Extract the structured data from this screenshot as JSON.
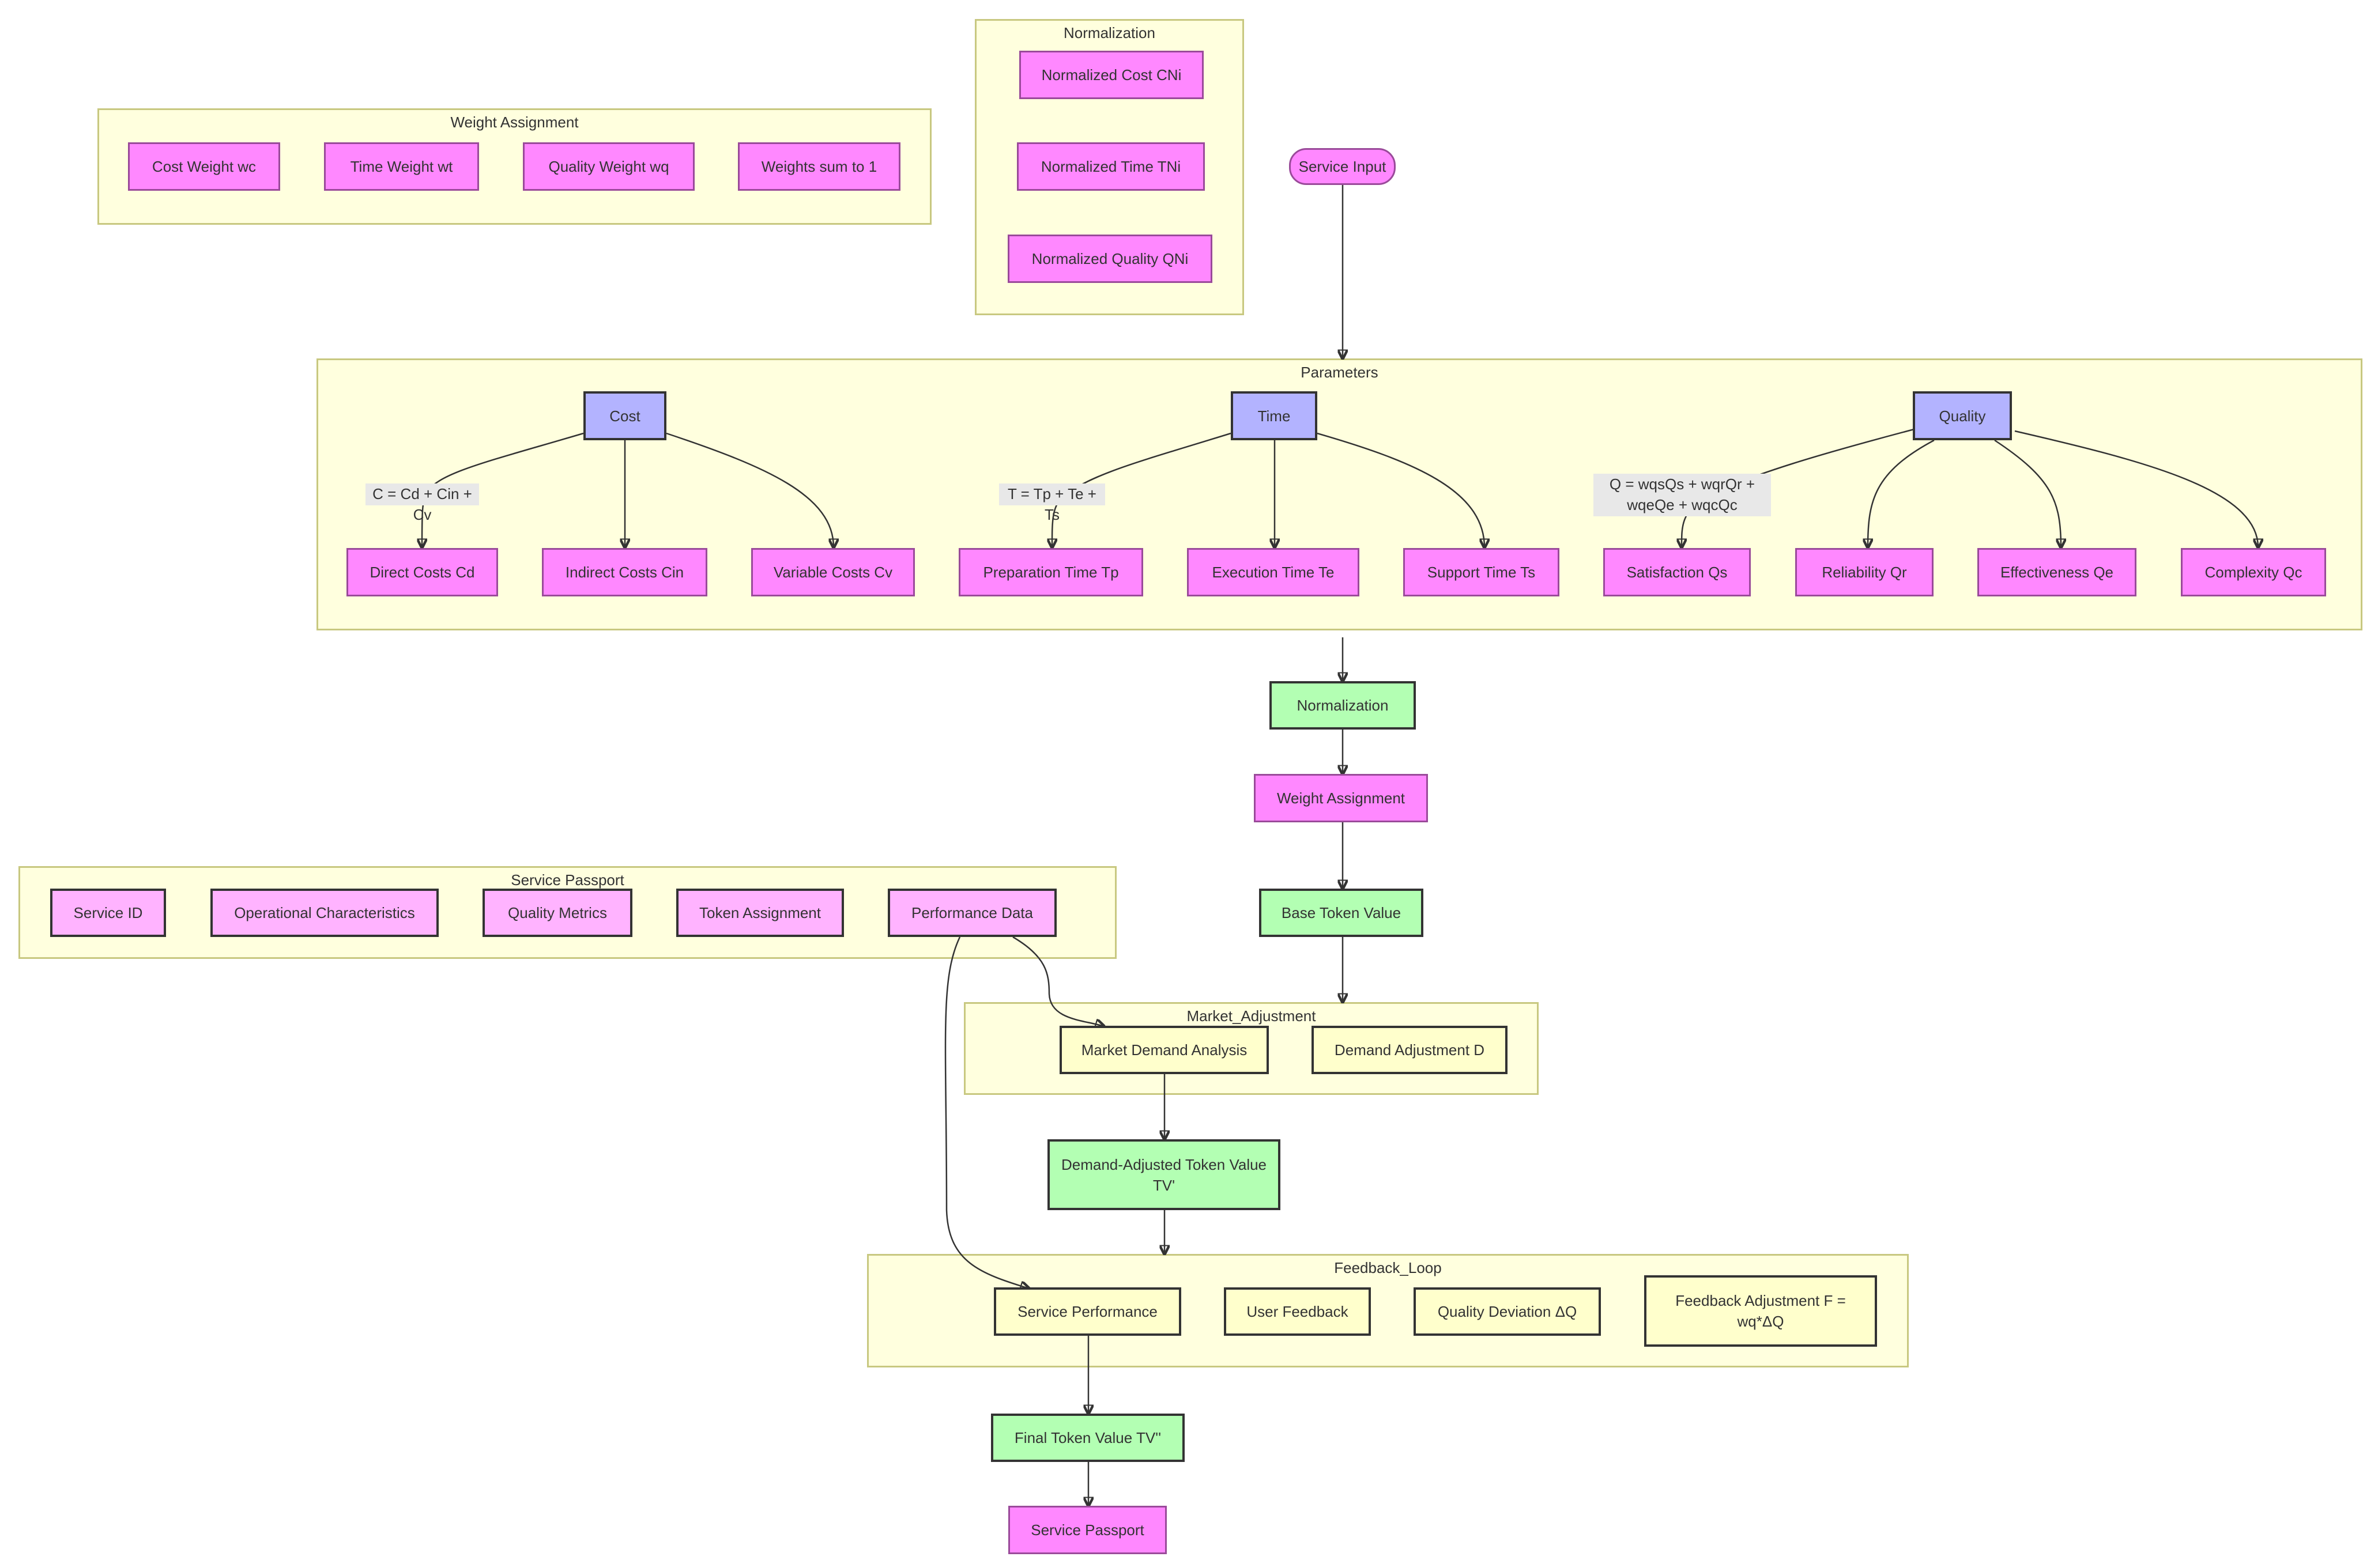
{
  "clusters": {
    "normalization_top": "Normalization",
    "weight_assignment": "Weight Assignment",
    "parameters": "Parameters",
    "service_passport": "Service Passport",
    "market_adjustment": "Market_Adjustment",
    "feedback_loop": "Feedback_Loop"
  },
  "nodes": {
    "normalized_cost": "Normalized Cost CNi",
    "normalized_time": "Normalized Time TNi",
    "normalized_quality": "Normalized Quality QNi",
    "cost_weight": "Cost Weight wc",
    "time_weight": "Time Weight wt",
    "quality_weight": "Quality Weight wq",
    "weights_sum": "Weights sum to 1",
    "service_input": "Service Input",
    "cost": "Cost",
    "time": "Time",
    "quality": "Quality",
    "direct_costs": "Direct Costs Cd",
    "indirect_costs": "Indirect Costs Cin",
    "variable_costs": "Variable Costs Cv",
    "preparation_time": "Preparation Time Tp",
    "execution_time": "Execution Time Te",
    "support_time": "Support Time Ts",
    "satisfaction": "Satisfaction Qs",
    "reliability": "Reliability Qr",
    "effectiveness": "Effectiveness Qe",
    "complexity": "Complexity Qc",
    "normalization": "Normalization",
    "weight_assignment": "Weight Assignment",
    "base_token_value": "Base Token Value",
    "service_id": "Service ID",
    "operational_characteristics": "Operational Characteristics",
    "quality_metrics": "Quality Metrics",
    "token_assignment": "Token Assignment",
    "performance_data": "Performance Data",
    "market_demand_analysis": "Market Demand Analysis",
    "demand_adjustment": "Demand Adjustment D",
    "demand_adjusted_value": "Demand-Adjusted Token Value TV'",
    "service_performance": "Service Performance",
    "user_feedback": "User Feedback",
    "quality_deviation": "Quality Deviation ΔQ",
    "feedback_adjustment": "Feedback Adjustment F = wq*ΔQ",
    "final_token_value": "Final Token Value TV''",
    "service_passport": "Service Passport"
  },
  "edge_labels": {
    "cost_formula": "C = Cd + Cin + Cv",
    "time_formula": "T = Tp + Te + Ts",
    "quality_formula": "Q = wqsQs + wqrQr + wqeQe + wqcQc"
  },
  "colors": {
    "cluster_fill": "#ffffde",
    "cluster_border": "#c8c880",
    "magenta_fill": "#ff88ff",
    "lavender_fill": "#b3b3ff",
    "green_fill": "#b3ffb3",
    "pink_fill": "#ffb3ff",
    "yellow_fill": "#ffffcc",
    "edge_stroke": "#333333"
  }
}
